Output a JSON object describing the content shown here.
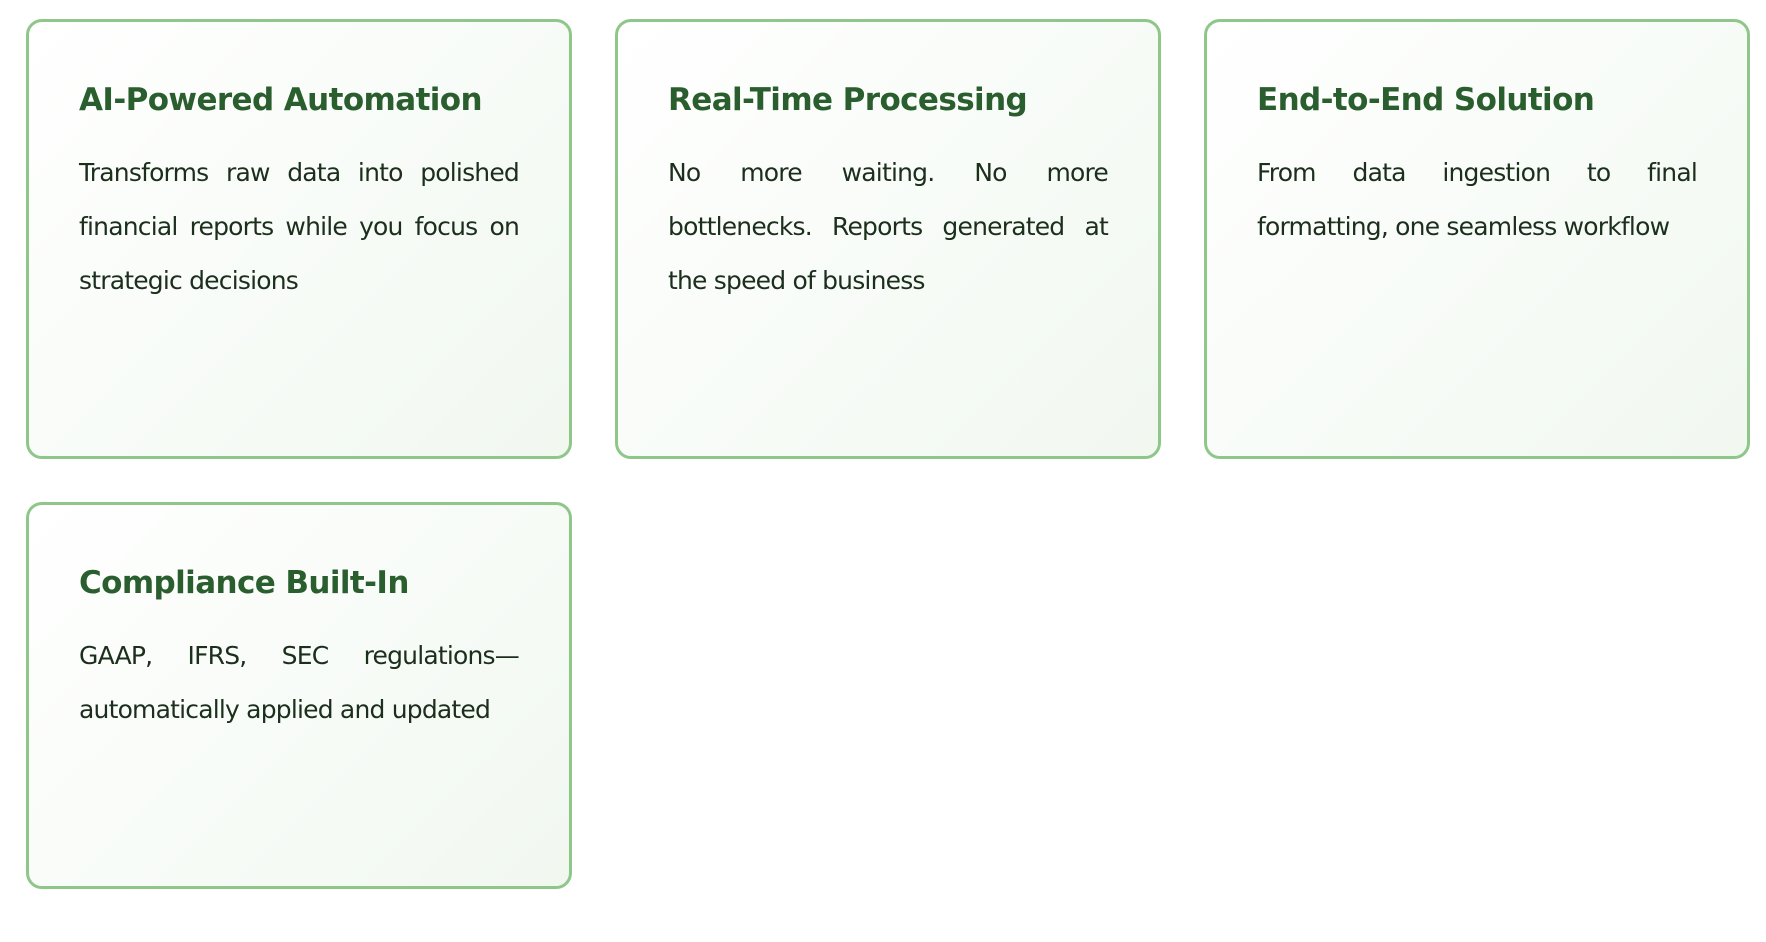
{
  "features": [
    {
      "title": "AI-Powered Automation",
      "description": "Transforms raw data into polished financial reports while you focus on strategic decisions"
    },
    {
      "title": "Real-Time Processing",
      "description": "No more waiting. No more bottlenecks. Reports generated at the speed of business"
    },
    {
      "title": "End-to-End Solution",
      "description": "From data ingestion to final formatting, one seamless workflow"
    },
    {
      "title": "Compliance Built-In",
      "description": "GAAP, IFRS, SEC regulations—automatically applied and updated"
    }
  ],
  "colors": {
    "border": "#8fc78a",
    "title": "#2a5e2e",
    "text": "#1c2e1c"
  }
}
